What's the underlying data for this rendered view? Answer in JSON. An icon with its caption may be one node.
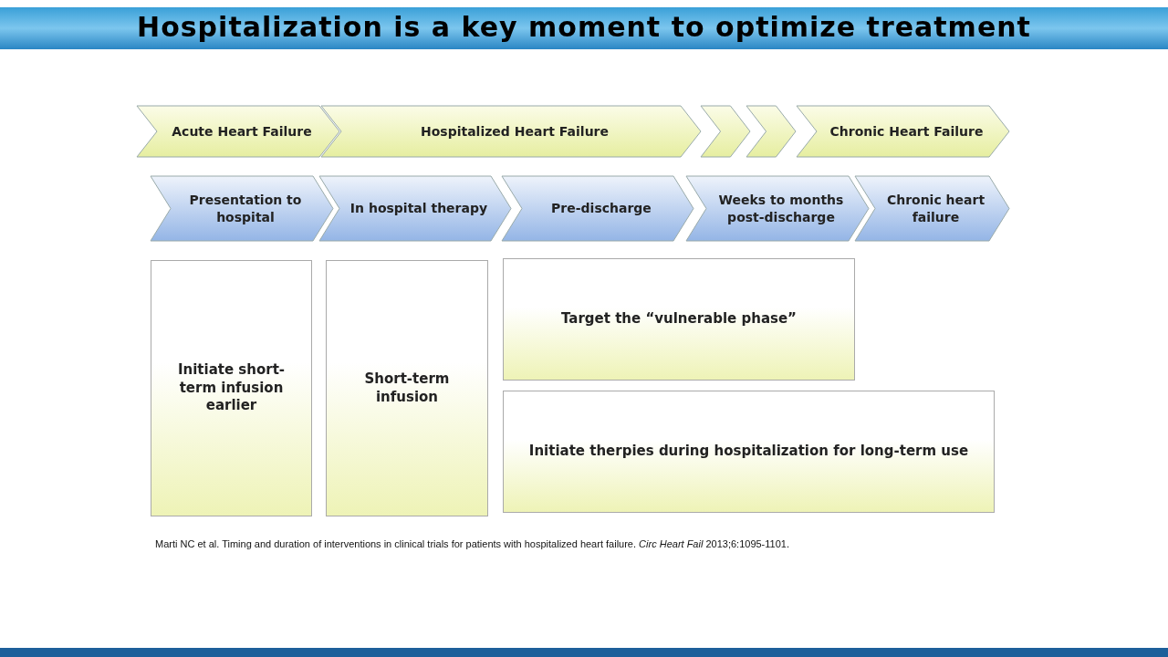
{
  "diagram": {
    "title": "Hospitalization is a key moment to optimize treatment",
    "caption": "Marti NC et al. Timing and  duration of interventions in clinical trials for patients with hospitalized heart failure. *Circ Heart Fail* 2013;6:1095-1101.",
    "nodes": [
      {
        "text": [
          "Acute Heart Failure"
        ]
      },
      {
        "text": [
          "Hospitalized Heart Failure"
        ]
      },
      {
        "text": [],
        "shape": "chevron"
      },
      {
        "text": [],
        "shape": "chevron"
      },
      {
        "text": [
          "Chronic Heart Failure"
        ]
      },
      {
        "text": [
          "Presentation to hospital"
        ]
      },
      {
        "text": [
          "In hospital therapy"
        ]
      },
      {
        "text": [
          "Pre-discharge"
        ]
      },
      {
        "text": [
          "Weeks to months post-discharge"
        ]
      },
      {
        "text": [
          "Chronic heart failure"
        ]
      },
      {
        "text": [
          "Initiate short-term infusion earlier"
        ]
      },
      {
        "text": [
          "Short-term infusion"
        ]
      },
      {
        "text": [
          "Target the “vulnerable phase”"
        ]
      },
      {
        "text": [
          "Initiate therpies during hospitalization for long-term use"
        ]
      }
    ],
    "edges": []
  }
}
